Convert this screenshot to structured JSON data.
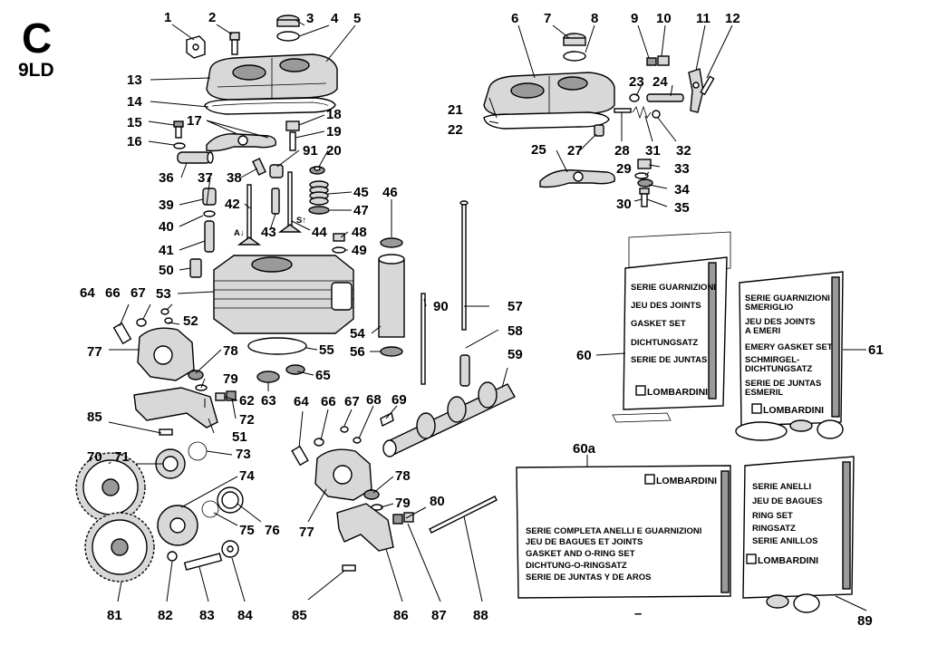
{
  "section": {
    "letter": "C",
    "model": "9LD"
  },
  "part_numbers": [
    "1",
    "2",
    "3",
    "4",
    "5",
    "6",
    "7",
    "8",
    "9",
    "10",
    "11",
    "12",
    "13",
    "14",
    "15",
    "16",
    "17",
    "18",
    "19",
    "20",
    "21",
    "22",
    "23",
    "24",
    "25",
    "27",
    "28",
    "29",
    "30",
    "31",
    "32",
    "33",
    "34",
    "35",
    "36",
    "37",
    "38",
    "39",
    "40",
    "41",
    "42",
    "43",
    "44",
    "45",
    "46",
    "47",
    "48",
    "49",
    "50",
    "51",
    "52",
    "53",
    "54",
    "55",
    "56",
    "57",
    "58",
    "59",
    "60",
    "60a",
    "61",
    "62",
    "63",
    "64",
    "65",
    "66",
    "67",
    "68",
    "69",
    "70",
    "71",
    "72",
    "73",
    "74",
    "75",
    "76",
    "77",
    "78",
    "79",
    "80",
    "81",
    "82",
    "83",
    "84",
    "85",
    "86",
    "87",
    "88",
    "89",
    "90",
    "91"
  ],
  "valve_marks": {
    "intake": "A↓",
    "exhaust": "S↑"
  },
  "kits": {
    "kit60": {
      "lines": [
        "SERIE  GUARNIZIONI",
        "JEU DES JOINTS",
        "GASKET  SET",
        "DICHTUNGSATZ",
        "SERIE DE JUNTAS"
      ],
      "brand": "LOMBARDINI"
    },
    "kit61": {
      "lines": [
        "SERIE  GUARNIZIONI",
        "SMERIGLIO",
        "JEU  DES JOINTS",
        "A EMERI",
        "EMERY GASKET SET",
        "SCHMIRGEL-",
        "DICHTUNGSATZ",
        "SERIE DE JUNTAS",
        "ESMERIL"
      ],
      "brand": "LOMBARDINI"
    },
    "kit60a": {
      "lines": [
        "SERIE COMPLETA ANELLI E GUARNIZIONI",
        "JEU DE BAGUES ET JOINTS",
        "GASKET AND O-RING SET",
        "DICHTUNG-O-RINGSATZ",
        "SERIE DE JUNTAS Y DE AROS"
      ],
      "brand": "LOMBARDINI"
    },
    "kit89": {
      "lines": [
        "SERIE ANELLI",
        "JEU DE BAGUES",
        "RING SET",
        "RINGSATZ",
        "SERIE ANILLOS"
      ],
      "brand": "LOMBARDINI"
    }
  },
  "footer_mark": "–"
}
